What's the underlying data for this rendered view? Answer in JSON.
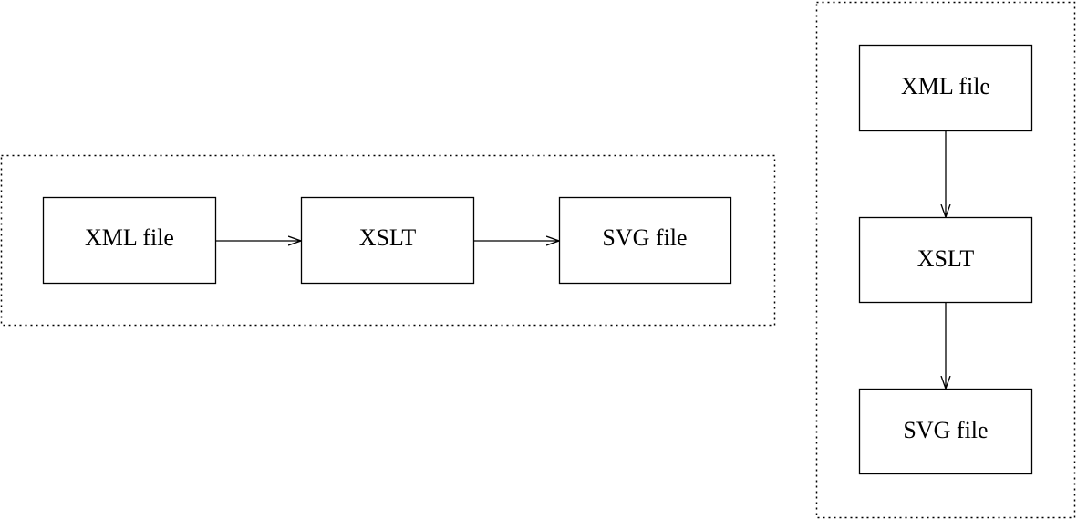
{
  "colors": {
    "stroke": "#000000",
    "fill": "#ffffff"
  },
  "horizontal_flow": {
    "nodes": [
      {
        "label": "XML file"
      },
      {
        "label": "XSLT"
      },
      {
        "label": "SVG file"
      }
    ]
  },
  "vertical_flow": {
    "nodes": [
      {
        "label": "XML file"
      },
      {
        "label": "XSLT"
      },
      {
        "label": "SVG file"
      }
    ]
  }
}
